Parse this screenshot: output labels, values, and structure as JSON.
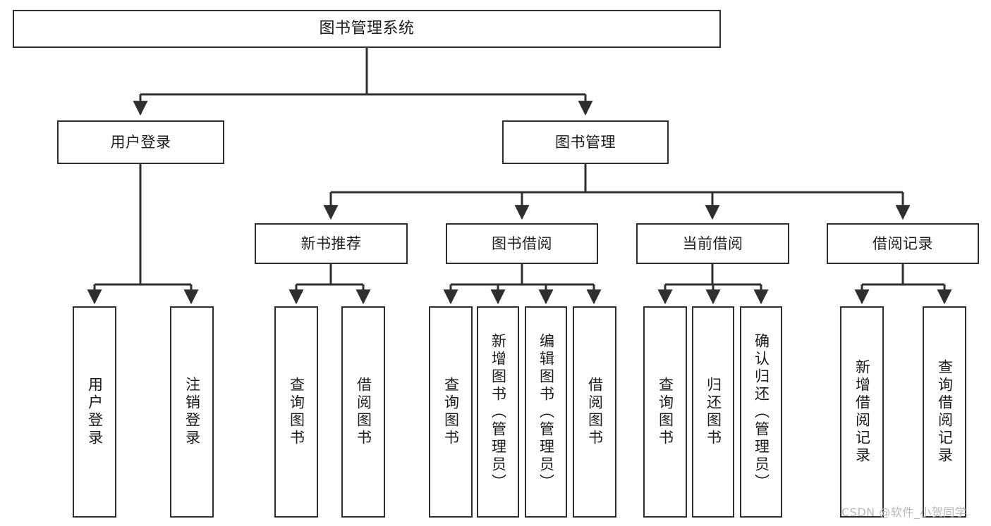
{
  "diagram": {
    "title": "图书管理系统",
    "type": "tree-hierarchy",
    "watermark": "CSDN @软件_小贺同学",
    "colors": {
      "background": "#ffffff",
      "box_border": "#2f2f2f",
      "box_fill": "#ffffff",
      "text": "#1b1b1b",
      "connector": "#2f2f2f",
      "watermark": "#b9b9b9"
    },
    "nodes": {
      "root": {
        "label": "图书管理系统"
      },
      "level2": [
        {
          "id": "user-login",
          "label": "用户登录"
        },
        {
          "id": "book-manage",
          "label": "图书管理"
        }
      ],
      "level3": [
        {
          "id": "new-book-recommend",
          "label": "新书推荐"
        },
        {
          "id": "book-borrow",
          "label": "图书借阅"
        },
        {
          "id": "current-borrow",
          "label": "当前借阅"
        },
        {
          "id": "borrow-record",
          "label": "借阅记录"
        }
      ],
      "leaves": {
        "user_login": [
          {
            "id": "leaf-user-login",
            "label": "用户登录"
          },
          {
            "id": "leaf-logout-login",
            "label": "注销登录"
          }
        ],
        "new_book_recommend": [
          {
            "id": "leaf-query-book-1",
            "label": "查询图书"
          },
          {
            "id": "leaf-borrow-book-1",
            "label": "借阅图书"
          }
        ],
        "book_borrow": [
          {
            "id": "leaf-query-book-2",
            "label": "查询图书"
          },
          {
            "id": "leaf-add-book",
            "label": "新增图书（管理员）"
          },
          {
            "id": "leaf-edit-book",
            "label": "编辑图书（管理员）"
          },
          {
            "id": "leaf-borrow-book-2",
            "label": "借阅图书"
          }
        ],
        "current_borrow": [
          {
            "id": "leaf-query-book-3",
            "label": "查询图书"
          },
          {
            "id": "leaf-return-book",
            "label": "归还图书"
          },
          {
            "id": "leaf-confirm-return",
            "label": "确认归还（管理员）"
          }
        ],
        "borrow_record": [
          {
            "id": "leaf-add-record",
            "label": "新增借阅记录"
          },
          {
            "id": "leaf-query-record",
            "label": "查询借阅记录"
          }
        ]
      }
    }
  }
}
